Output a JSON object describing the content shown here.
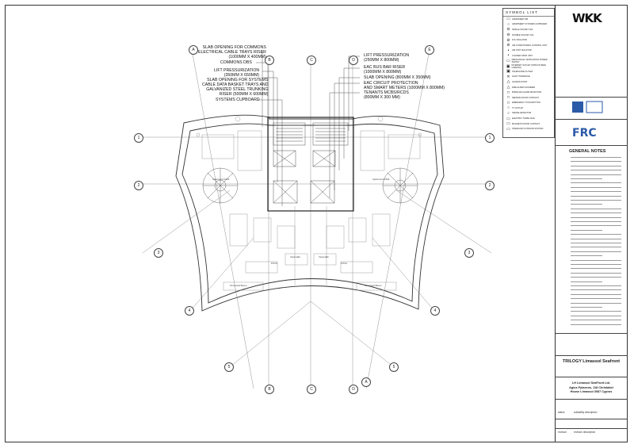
{
  "legend": {
    "title": "SYMBOL LIST",
    "items": [
      {
        "icon": "symbol-rect-icon",
        "label": "APARTMENT DB"
      },
      {
        "icon": "symbol-circle-icon",
        "label": "APARTMENT SYSTEMS CUPBOARD"
      },
      {
        "icon": "symbol-socket-icon",
        "label": "SINGLE SOCKET 13A"
      },
      {
        "icon": "symbol-socket-icon",
        "label": "DOUBLE SOCKET 13A"
      },
      {
        "icon": "symbol-switch-icon",
        "label": "FCU ISOLATOR"
      },
      {
        "icon": "symbol-switch-icon",
        "label": "AIR CONDITIONING CONTROL UNIT"
      },
      {
        "icon": "symbol-dot-icon",
        "label": "AIR UNIT ISOLATOR"
      },
      {
        "icon": "symbol-dot-icon",
        "label": "COOKER SPUR UNIT"
      },
      {
        "icon": "symbol-rect-icon",
        "label": "MECHANICAL VENTILATION POWER SUPPLY"
      },
      {
        "icon": "symbol-tv-icon",
        "label": "INTERNET OUTLET (STRUCTURED CABLING)"
      },
      {
        "icon": "symbol-tv-icon",
        "label": "TELEPHONE OUTLET"
      },
      {
        "icon": "symbol-light-icon",
        "label": "LIGHT INTERFACE"
      },
      {
        "icon": "symbol-triangle-icon",
        "label": "ACCESS POINT"
      },
      {
        "icon": "symbol-triangle-icon",
        "label": "FIRE ALARM SOUNDER"
      },
      {
        "icon": "symbol-square-icon",
        "label": "BURGLAR ALARM DETECTOR"
      },
      {
        "icon": "symbol-square-icon",
        "label": "SENSOR (DOOR CONTACT)"
      },
      {
        "icon": "symbol-square-icon",
        "label": "EMERGENCY PUSH BUTTON"
      },
      {
        "icon": "symbol-circle-icon",
        "label": "TV OUTLET"
      },
      {
        "icon": "symbol-circle-icon",
        "label": "SMOKE DETECTOR"
      },
      {
        "icon": "symbol-rect-icon",
        "label": "ELECTRIC TOWEL RAIL"
      },
      {
        "icon": "symbol-rect-icon",
        "label": "MAGNETIC DOOR CONTACT"
      },
      {
        "icon": "symbol-rect-icon",
        "label": "INTERCOM OUTDOOR STATION"
      }
    ]
  },
  "logo": "WKK",
  "general_notes_title": "GENERAL NOTES",
  "project_title": "TRILOGY Limassol Seafront",
  "client": {
    "name": "LH Limassol SeaFront Ltd.",
    "address_1": "Agios Fylaxeos, 118 Christabel",
    "address_2": "House Limassol 3087 Cyprus"
  },
  "footer": {
    "status_label": "status",
    "status_value": "suitability description",
    "revision_label": "revision",
    "revision_value": "revision description"
  },
  "callouts_left": [
    "SLAB OPENING FOR COMMONS\nELECTRICAL CABLE TRAYS RISER\n(1000mm x 400mm)",
    "COMMONS DBs",
    "LIFT PRESSURIZATION\n(350mm x 650mm)",
    "SLAB OPENING FOR SYSTEMS\nCABLE DATA BASKET TRAYS AND\nGALVANIZED STEEL TRUNKING\nRISER (500mm x 600mm)",
    "SYSTEMS CUPBOARD"
  ],
  "callouts_right": [
    "LIFT PRESSURIZATION\n(250mm x 800mm)",
    "EAC BUS BAR RISER\n(1000mm x 800mm)",
    "SLAB OPENING (800mm x 350mm)",
    "EAC CIRCUIT PROTECTION\nAND SMART METERS (1000mm x 800mm)",
    "TENANTS MCBs/RCDs\n(800mm x 300 mm)"
  ],
  "grid_labels": {
    "top": [
      "A",
      "B",
      "C",
      "D",
      "E"
    ],
    "left": [
      "1",
      "2",
      "3",
      "4",
      "5"
    ],
    "right": [
      "1",
      "2",
      "3",
      "4",
      "5"
    ],
    "bottom": [
      "B",
      "C",
      "D",
      "A"
    ]
  },
  "rooms": {
    "left_apartment": "Apartment 0304",
    "right_apartment": "Apartment 0303",
    "pool_left": "POOL",
    "pool_right": "POOL",
    "balcony_left": "Verandah",
    "balcony_right": "Verandah",
    "structural_left": "Structural Beam",
    "structural_right": "Structural Beam"
  }
}
